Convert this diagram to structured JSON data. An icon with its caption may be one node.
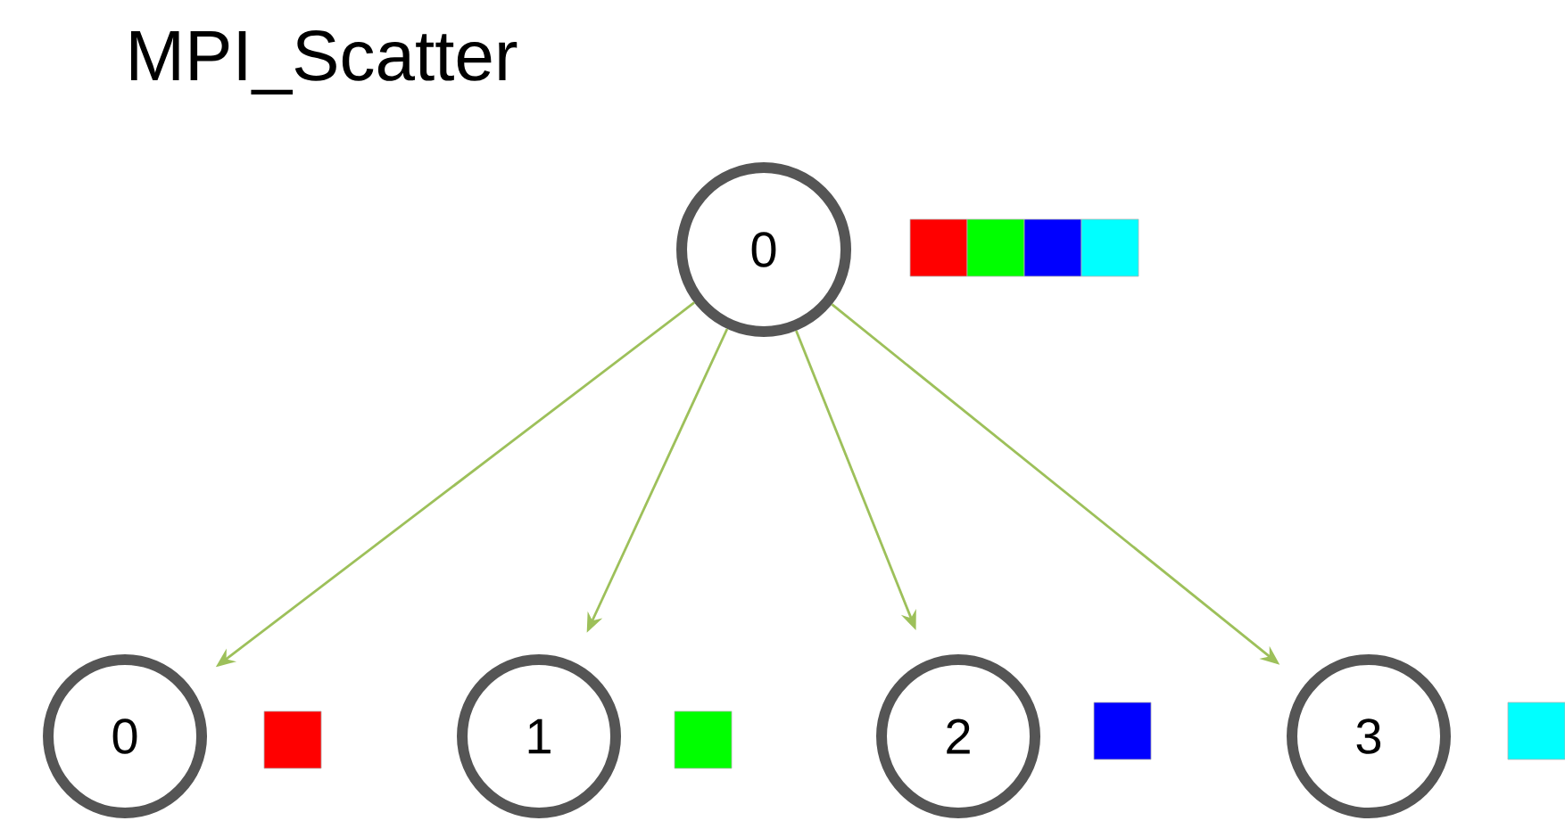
{
  "diagram": {
    "title": "MPI_Scatter",
    "nodes": [
      {
        "text": [
          "0"
        ]
      },
      {
        "text": [
          "0"
        ]
      },
      {
        "text": [
          "1"
        ]
      },
      {
        "text": [
          "2"
        ]
      },
      {
        "text": [
          "3"
        ]
      }
    ],
    "edges": [
      {
        "from": 0,
        "to": 1,
        "arrow": "to"
      },
      {
        "from": 0,
        "to": 2,
        "arrow": "to"
      },
      {
        "from": 0,
        "to": 3,
        "arrow": "to"
      },
      {
        "from": 0,
        "to": 4,
        "arrow": "to"
      }
    ]
  }
}
